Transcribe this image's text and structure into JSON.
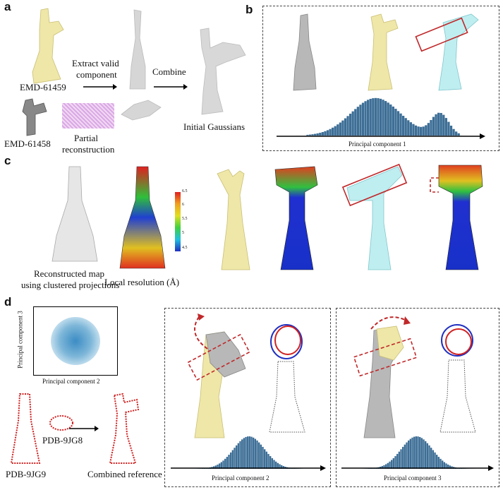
{
  "panels": {
    "a": {
      "letter": "a",
      "emd1": "EMD-61459",
      "emd2": "EMD-61458",
      "partial": [
        "Partial",
        "reconstruction"
      ],
      "extract": [
        "Extract valid",
        "component"
      ],
      "combine": "Combine",
      "initial": "Initial Gaussians"
    },
    "b": {
      "letter": "b",
      "axis_label": "Principal component 1"
    },
    "c": {
      "letter": "c",
      "reconstructed": [
        "Reconstructed map",
        "using clustered projections"
      ],
      "local_res": "Local resolution (Å)",
      "colorbar_ticks": [
        "6.5",
        "6",
        "5.5",
        "5",
        "4.5"
      ]
    },
    "d": {
      "letter": "d",
      "scatter_ylabel": "Principal component 3",
      "scatter_xlabel": "Principal component 2",
      "pdb1": "PDB-9JG8",
      "pdb2": "PDB-9JG9",
      "combined": "Combined reference",
      "axis_label_2": "Principal component 2",
      "axis_label_3": "Principal component 3"
    }
  },
  "colors": {
    "grey_map": "#b8b8b8",
    "yellow_map": "#efe7a8",
    "cyan_map": "#bfeef0",
    "histogram": "#3d6e96",
    "red_box": "#c0282a",
    "pdb_red": "#d02020"
  }
}
